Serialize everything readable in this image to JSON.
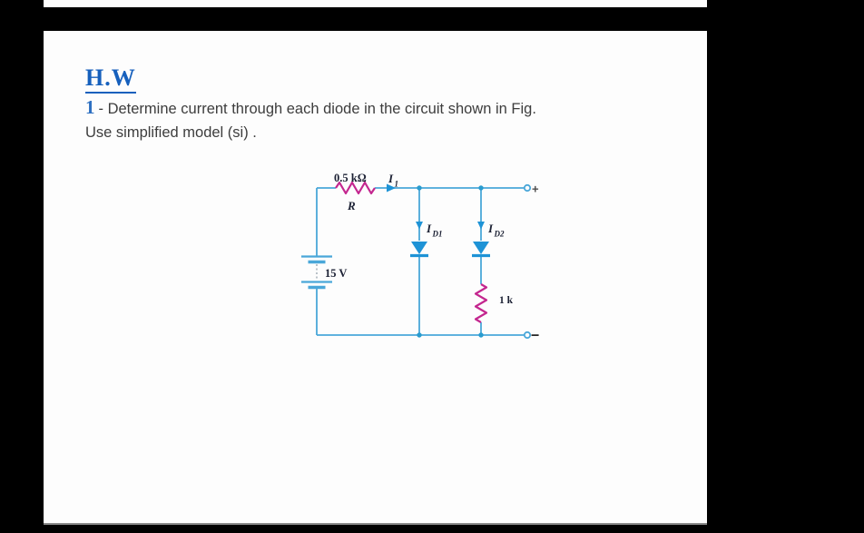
{
  "page": {
    "heading": "H.W",
    "problem": {
      "number": "1",
      "text": "- Determine current through each diode in the circuit shown in Fig.",
      "text_line2": "Use simplified model (si) ."
    }
  },
  "circuit": {
    "source": {
      "voltage": "15 V"
    },
    "series_resistor": {
      "value": "0.5 kΩ",
      "name": "R"
    },
    "input_current": {
      "symbol": "I",
      "sub": "1"
    },
    "diode1_current": {
      "symbol": "I",
      "sub": "D1"
    },
    "diode2_current": {
      "symbol": "I",
      "sub": "D2"
    },
    "load_resistor": {
      "value": "1 k"
    },
    "terminals": {
      "positive": "+",
      "negative": "−"
    },
    "colors": {
      "wire": "#4aa7d9",
      "component_blue": "#1e93d6",
      "resistor_magenta": "#c4278f",
      "label_dark": "#1c2134",
      "heading_blue": "#1660bd"
    }
  }
}
